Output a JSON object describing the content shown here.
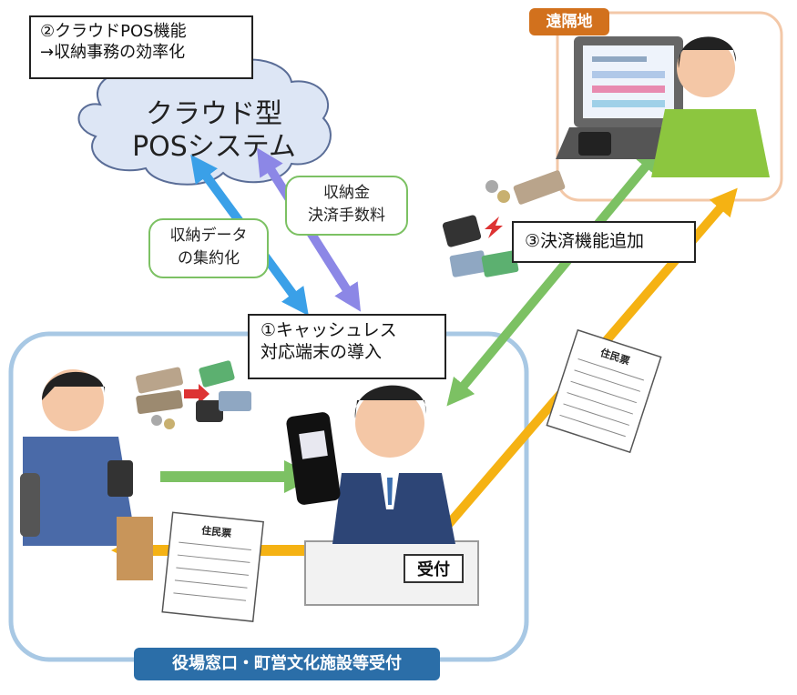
{
  "callouts": {
    "cloud_pos_function": [
      "②クラウドPOS機能",
      "→収納事務の効率化"
    ],
    "cashless_terminal": [
      "①キャッシュレス",
      "対応端末の導入"
    ],
    "payment_function": "③決済機能追加"
  },
  "cloud": {
    "label": [
      "クラウド型",
      "POSシステム"
    ]
  },
  "arrow_labels": {
    "collect_data": [
      "収納データ",
      "の集約化"
    ],
    "payment_fees": [
      "収納金",
      "決済手数料"
    ]
  },
  "locations": {
    "remote": "遠隔地",
    "counter": "役場窓口・町営文化施設等受付"
  },
  "reception_desk_sign": "受付",
  "resident_card_title": "住民票",
  "colors": {
    "remote_tag": "#d2711d",
    "remote_frame": "#f3c8a8",
    "counter_tag": "#2b6ea8",
    "counter_frame": "#a8c8e4",
    "cloud_fill": "#dde6f5",
    "blue_arrow": "#3aa0e8",
    "purple_arrow": "#8c87e6",
    "green_arrow": "#7cc163",
    "orange_arrow": "#f5b213"
  }
}
